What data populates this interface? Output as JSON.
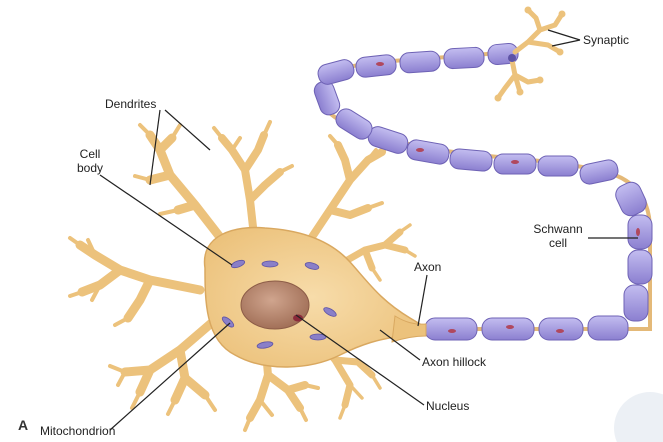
{
  "panel_letter": "A",
  "labels": {
    "dendrites": "Dendrites",
    "cell_body_line1": "Cell",
    "cell_body_line2": "body",
    "synaptic": "Synaptic",
    "schwann_line1": "Schwann",
    "schwann_line2": "cell",
    "axon": "Axon",
    "axon_hillock": "Axon hillock",
    "nucleus": "Nucleus",
    "mitochondrion": "Mitochondrion"
  },
  "colors": {
    "cell_fill": "#f0cf8e",
    "cell_stroke": "#d9a860",
    "myelin_fill": "#9b90d8",
    "myelin_stroke": "#6e62b5",
    "nucleus_fill": "#b9846f",
    "organelle_fill": "#8a7fc8",
    "leader_line": "#222222"
  }
}
